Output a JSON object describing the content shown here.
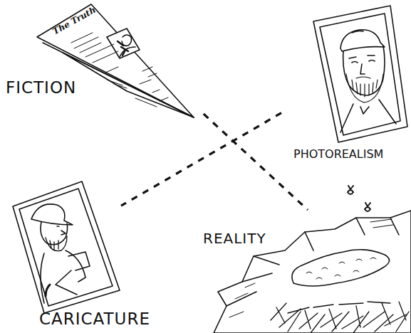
{
  "diagram": {
    "nodes": [
      {
        "text": [
          "The Truth",
          "FICTION"
        ]
      },
      {
        "text": [
          "PHOTOREALISM"
        ]
      },
      {
        "text": [
          "CARICATURE"
        ]
      },
      {
        "text": [
          "REALITY"
        ]
      }
    ],
    "edges": [
      {
        "from": 0,
        "to": 3,
        "arrow": "none"
      },
      {
        "from": 1,
        "to": 2,
        "arrow": "none"
      }
    ]
  }
}
